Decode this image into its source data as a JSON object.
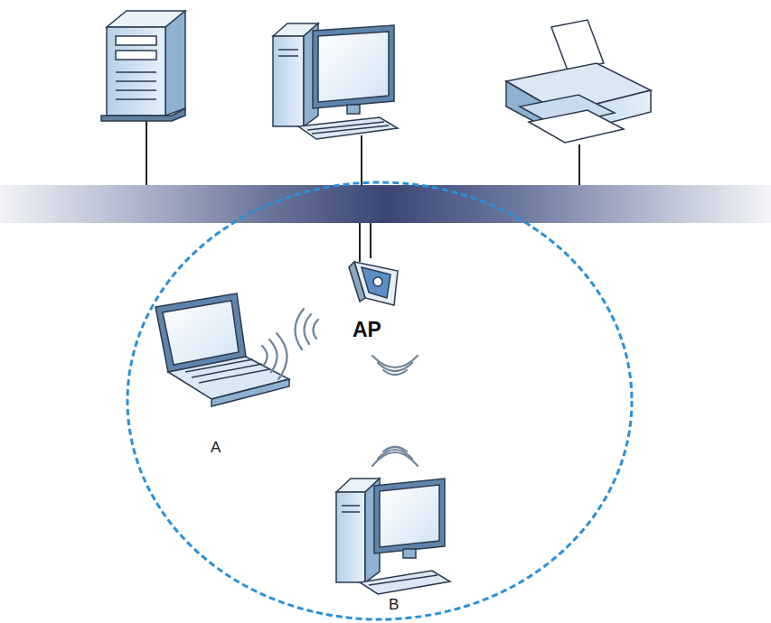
{
  "diagram": {
    "labels": [
      "AP",
      "A",
      "B"
    ]
  }
}
